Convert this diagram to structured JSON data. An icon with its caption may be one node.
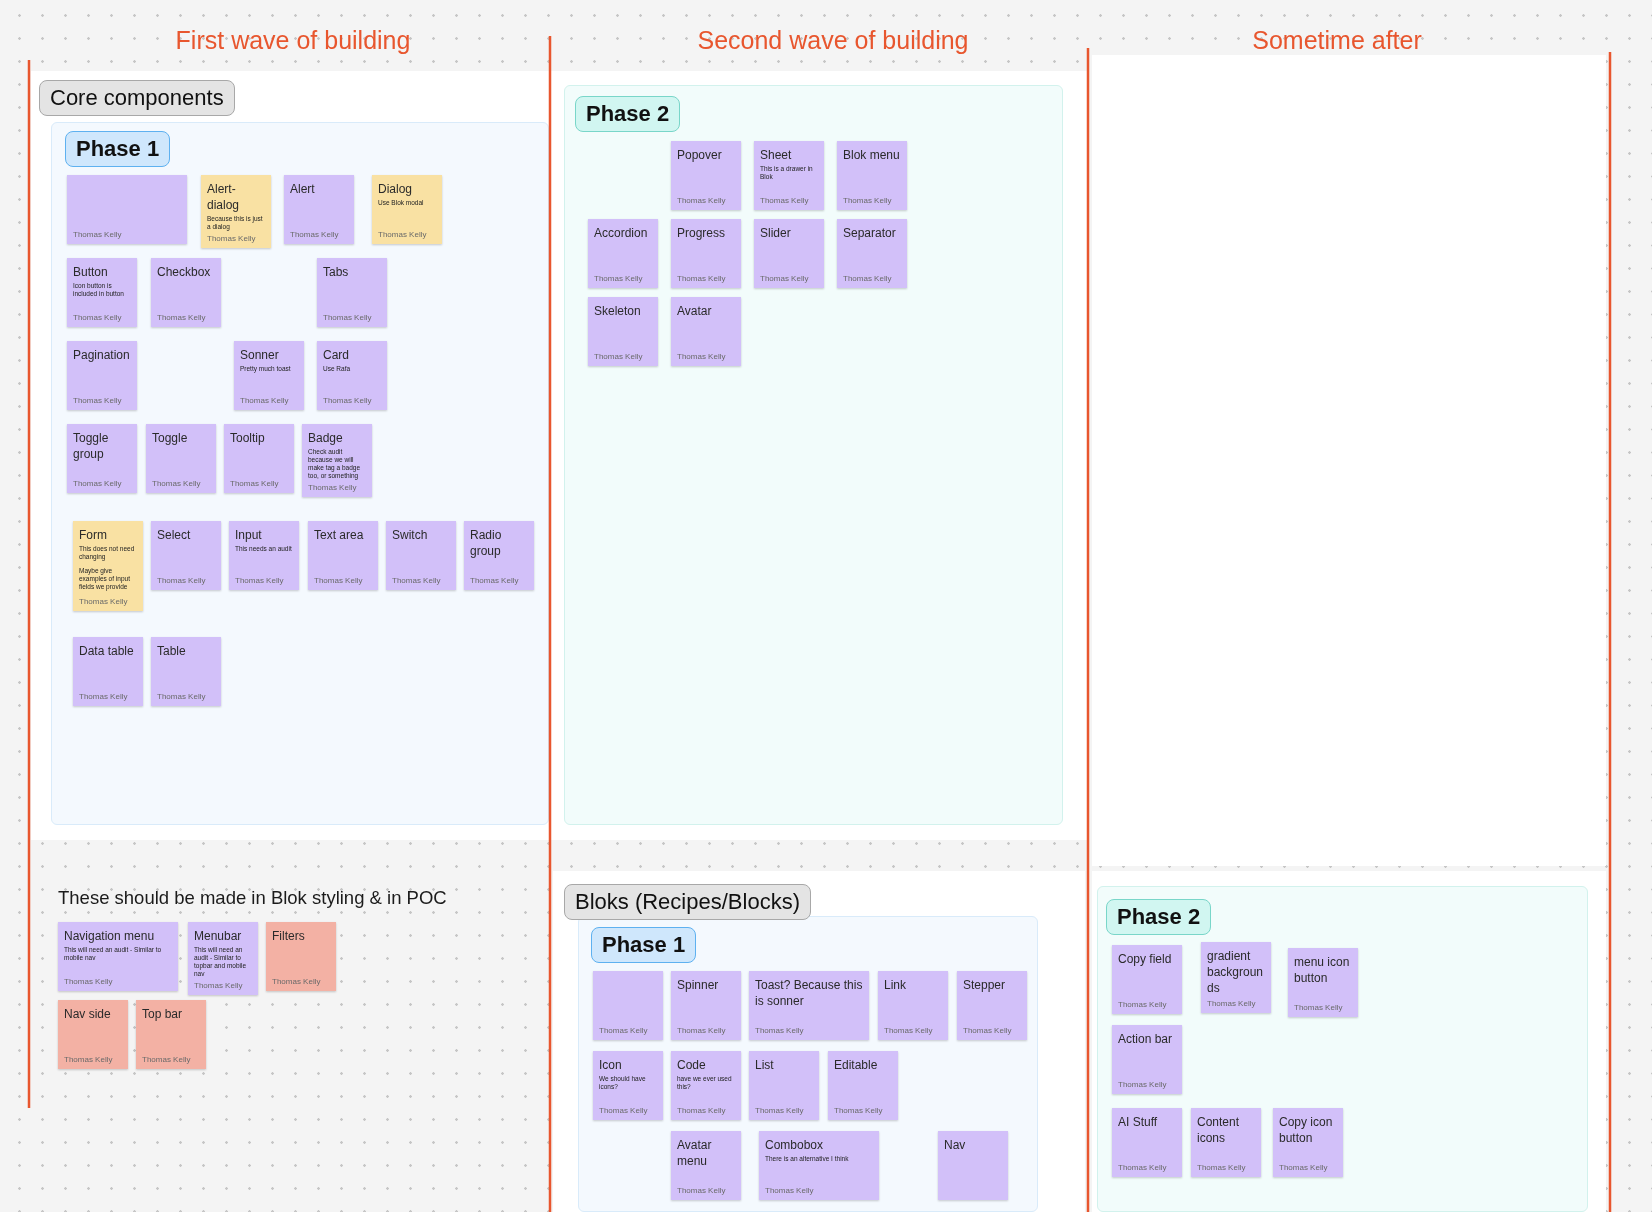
{
  "diagram": {
    "nodes": [
      {
        "text": [
          "Core components"
        ]
      },
      {
        "text": [
          "Phase 1"
        ],
        "in": 0
      },
      {
        "text": [
          "Thomas Kelly"
        ],
        "in": 1
      },
      {
        "text": [
          "Alert-dialog",
          "Because this is just a dialog",
          "Thomas Kelly"
        ],
        "in": 1
      },
      {
        "text": [
          "Alert",
          "Thomas Kelly"
        ],
        "in": 1
      },
      {
        "text": [
          "Dialog",
          "Use Blok modal",
          "Thomas Kelly"
        ],
        "in": 1
      },
      {
        "text": [
          "Button",
          "Icon button is included in button",
          "Thomas Kelly"
        ],
        "in": 1
      },
      {
        "text": [
          "Checkbox",
          "Thomas Kelly"
        ],
        "in": 1
      },
      {
        "text": [
          "Tabs",
          "Thomas Kelly"
        ],
        "in": 1
      },
      {
        "text": [
          "Pagination",
          "Thomas Kelly"
        ],
        "in": 1
      },
      {
        "text": [
          "Sonner",
          "Pretty much toast",
          "Thomas Kelly"
        ],
        "in": 1
      },
      {
        "text": [
          "Card",
          "Use Rafa",
          "Thomas Kelly"
        ],
        "in": 1
      },
      {
        "text": [
          "Toggle group",
          "Thomas Kelly"
        ],
        "in": 1
      },
      {
        "text": [
          "Toggle",
          "Thomas Kelly"
        ],
        "in": 1
      },
      {
        "text": [
          "Tooltip",
          "Thomas Kelly"
        ],
        "in": 1
      },
      {
        "text": [
          "Badge",
          "Check audit because we will make tag a badge too, or something",
          "Thomas Kelly"
        ],
        "in": 1
      },
      {
        "text": [
          "Form",
          "This does not need changing",
          "Maybe give examples of input fields we provide",
          "Thomas Kelly"
        ],
        "in": 1
      },
      {
        "text": [
          "Select",
          "Thomas Kelly"
        ],
        "in": 1
      },
      {
        "text": [
          "Input",
          "This needs an audit",
          "Thomas Kelly"
        ],
        "in": 1
      },
      {
        "text": [
          "Text area",
          "Thomas Kelly"
        ],
        "in": 1
      },
      {
        "text": [
          "Switch",
          "Thomas Kelly"
        ],
        "in": 1
      },
      {
        "text": [
          "Radio group",
          "Thomas Kelly"
        ],
        "in": 1
      },
      {
        "text": [
          "Data table",
          "Thomas Kelly"
        ],
        "in": 1
      },
      {
        "text": [
          "Table",
          "Thomas Kelly"
        ],
        "in": 1
      },
      {
        "text": [
          "Phase 2"
        ],
        "in": 0
      },
      {
        "text": [
          "Popover",
          "Thomas Kelly"
        ],
        "in": 24
      },
      {
        "text": [
          "Sheet",
          "This is a drawer in Blok",
          "Thomas Kelly"
        ],
        "in": 24
      },
      {
        "text": [
          "Blok menu",
          "Thomas Kelly"
        ],
        "in": 24
      },
      {
        "text": [
          "Accordion",
          "Thomas Kelly"
        ],
        "in": 24
      },
      {
        "text": [
          "Progress",
          "Thomas Kelly"
        ],
        "in": 24
      },
      {
        "text": [
          "Slider",
          "Thomas Kelly"
        ],
        "in": 24
      },
      {
        "text": [
          "Separator",
          "Thomas Kelly"
        ],
        "in": 24
      },
      {
        "text": [
          "Skeleton",
          "Thomas Kelly"
        ],
        "in": 24
      },
      {
        "text": [
          "Avatar",
          "Thomas Kelly"
        ],
        "in": 24
      },
      {
        "text": [],
        "shape": "box"
      },
      {
        "text": [
          "Navigation menu",
          "This will need an audit - Similar to mobile nav",
          "Thomas Kelly"
        ]
      },
      {
        "text": [
          "Menubar",
          "This will need an audit - Similar to topbar and mobile nav",
          "Thomas Kelly"
        ]
      },
      {
        "text": [
          "Filters",
          "Thomas Kelly"
        ]
      },
      {
        "text": [
          "Nav side",
          "Thomas Kelly"
        ]
      },
      {
        "text": [
          "Top bar",
          "Thomas Kelly"
        ]
      },
      {
        "text": [
          "Bloks (Recipes/Blocks)"
        ]
      },
      {
        "text": [
          "Phase 1"
        ],
        "in": 40
      },
      {
        "text": [
          "Thomas Kelly"
        ],
        "in": 41
      },
      {
        "text": [
          "Spinner",
          "Thomas Kelly"
        ],
        "in": 41
      },
      {
        "text": [
          "Toast? Because this is sonner",
          "Thomas Kelly"
        ],
        "in": 41
      },
      {
        "text": [
          "Link",
          "Thomas Kelly"
        ],
        "in": 41
      },
      {
        "text": [
          "Stepper",
          "Thomas Kelly"
        ],
        "in": 41
      },
      {
        "text": [
          "Icon",
          "We should have icons?",
          "Thomas Kelly"
        ],
        "in": 41
      },
      {
        "text": [
          "Code",
          "have we ever used this?",
          "Thomas Kelly"
        ],
        "in": 41
      },
      {
        "text": [
          "List",
          "Thomas Kelly"
        ],
        "in": 41
      },
      {
        "text": [
          "Editable",
          "Thomas Kelly"
        ],
        "in": 41
      },
      {
        "text": [
          "Avatar menu",
          "Thomas Kelly"
        ],
        "in": 41
      },
      {
        "text": [
          "Combobox",
          "There is an alternative I think",
          "Thomas Kelly"
        ],
        "in": 41
      },
      {
        "text": [
          "Nav"
        ],
        "in": 41
      },
      {
        "text": [],
        "shape": "box"
      },
      {
        "text": [
          "Phase 2"
        ],
        "in": 54
      },
      {
        "text": [
          "Copy field",
          "Thomas Kelly"
        ],
        "in": 55
      },
      {
        "text": [
          "gradient backgrounds",
          "Thomas Kelly"
        ],
        "in": 55
      },
      {
        "text": [
          "menu icon button",
          "Thomas Kelly"
        ],
        "in": 55
      },
      {
        "text": [
          "Action bar",
          "Thomas Kelly"
        ],
        "in": 55
      },
      {
        "text": [
          "AI Stuff",
          "Thomas Kelly"
        ],
        "in": 55
      },
      {
        "text": [
          "Content icons",
          "Thomas Kelly"
        ],
        "in": 55
      },
      {
        "text": [
          "Copy icon button",
          "Thomas Kelly"
        ],
        "in": 55
      }
    ],
    "labels": [
      "First wave of building",
      "Second wave of building",
      "Sometime after",
      "These should be made in Blok styling & in POC"
    ]
  }
}
